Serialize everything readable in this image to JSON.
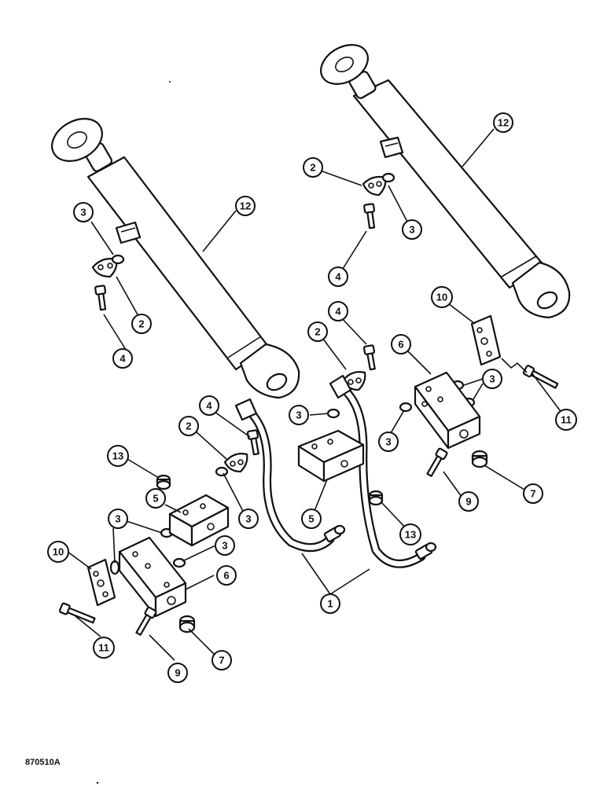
{
  "figure_code": "870510A",
  "callouts": [
    {
      "id": "c12a",
      "label": "12"
    },
    {
      "id": "c12b",
      "label": "12"
    },
    {
      "id": "c3a",
      "label": "3"
    },
    {
      "id": "c2a",
      "label": "2"
    },
    {
      "id": "c4a",
      "label": "4"
    },
    {
      "id": "c2b",
      "label": "2"
    },
    {
      "id": "c3b",
      "label": "3"
    },
    {
      "id": "c4b",
      "label": "4"
    },
    {
      "id": "c4c",
      "label": "4"
    },
    {
      "id": "c2c",
      "label": "2"
    },
    {
      "id": "c10a",
      "label": "10"
    },
    {
      "id": "c6a",
      "label": "6"
    },
    {
      "id": "c3c",
      "label": "3"
    },
    {
      "id": "c11a",
      "label": "11"
    },
    {
      "id": "c3d",
      "label": "3"
    },
    {
      "id": "c3e",
      "label": "3"
    },
    {
      "id": "c4d",
      "label": "4"
    },
    {
      "id": "c2d",
      "label": "2"
    },
    {
      "id": "c5a",
      "label": "5"
    },
    {
      "id": "c9a",
      "label": "9"
    },
    {
      "id": "c7a",
      "label": "7"
    },
    {
      "id": "c13a",
      "label": "13"
    },
    {
      "id": "c3f",
      "label": "3"
    },
    {
      "id": "c5b",
      "label": "5"
    },
    {
      "id": "c3g",
      "label": "3"
    },
    {
      "id": "c13b",
      "label": "13"
    },
    {
      "id": "c10b",
      "label": "10"
    },
    {
      "id": "c3h",
      "label": "3"
    },
    {
      "id": "c6b",
      "label": "6"
    },
    {
      "id": "c1a",
      "label": "1"
    },
    {
      "id": "c11b",
      "label": "11"
    },
    {
      "id": "c9b",
      "label": "9"
    },
    {
      "id": "c7b",
      "label": "7"
    }
  ]
}
